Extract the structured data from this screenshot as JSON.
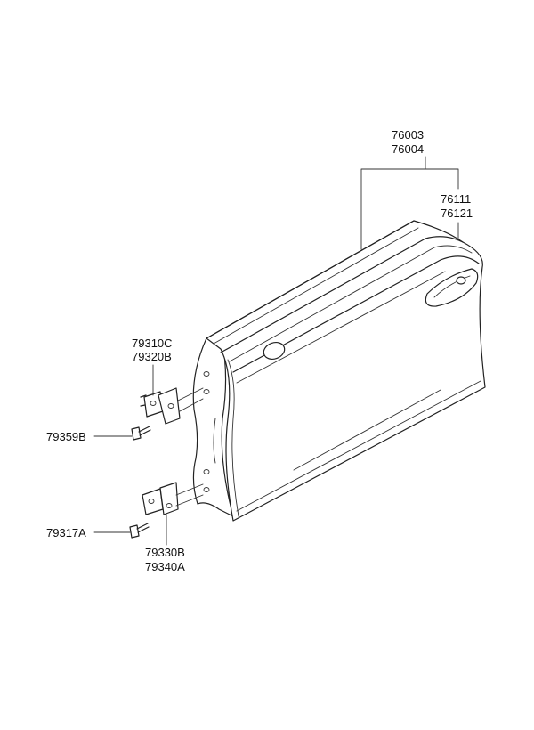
{
  "parts": {
    "door_panel": [
      "76003",
      "76004"
    ],
    "outer_panel": [
      "76111",
      "76121"
    ],
    "upper_hinge": [
      "79310C",
      "79320B"
    ],
    "upper_bolt": "79359B",
    "lower_hinge": [
      "79330B",
      "79340A"
    ],
    "lower_bolt": "79317A"
  }
}
